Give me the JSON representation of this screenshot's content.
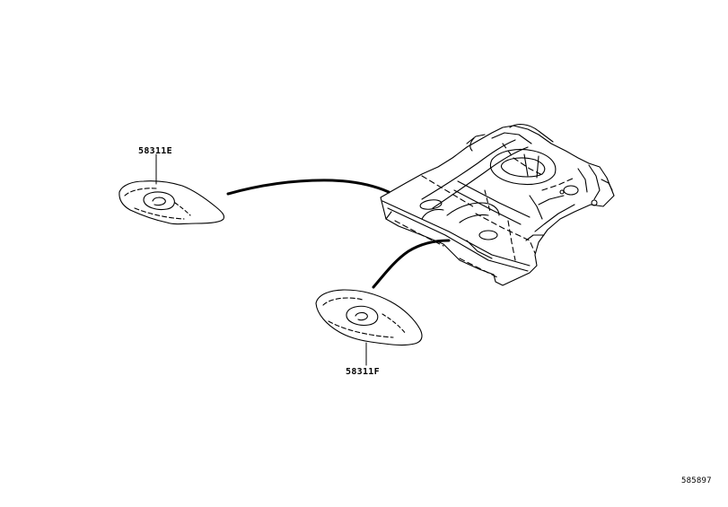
{
  "parts": [
    {
      "part_number": "58311E"
    },
    {
      "part_number": "58311F"
    }
  ],
  "illustration_id": "585897",
  "colors": {
    "line": "#000000",
    "background": "#ffffff"
  }
}
